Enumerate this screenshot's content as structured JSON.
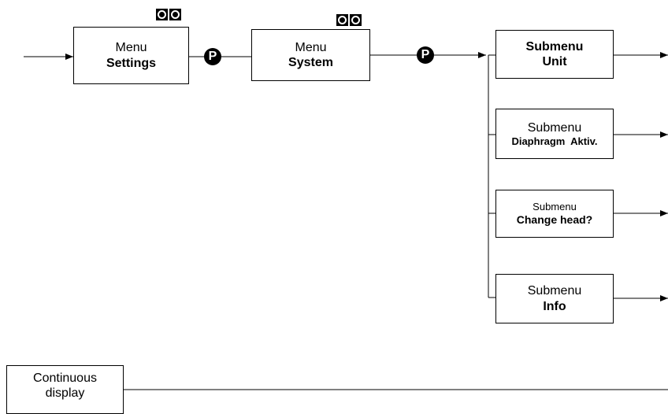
{
  "menu_settings": {
    "line1": "Menu",
    "line2": "Settings"
  },
  "menu_system": {
    "line1": "Menu",
    "line2": "System"
  },
  "p_key": {
    "label": "P"
  },
  "submenus": [
    {
      "line1": "Submenu",
      "line2": "Unit"
    },
    {
      "line1": "Submenu",
      "line2": "Diaphragm  Aktiv."
    },
    {
      "line1": "Submenu",
      "line2": "Change head?"
    },
    {
      "line1": "Submenu",
      "line2": "Info"
    }
  ],
  "continuous": {
    "line1": "Continuous",
    "line2": "display"
  },
  "icons": {
    "nav_keys": "up-down-keys-icon",
    "p_button": "p-key-icon"
  }
}
